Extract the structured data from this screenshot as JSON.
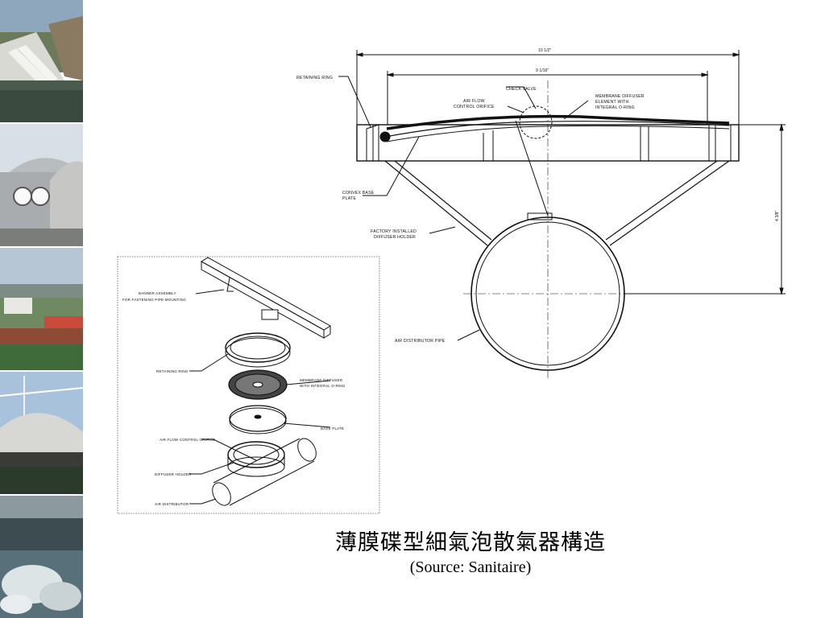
{
  "sidebar_photos": [
    {
      "name": "photo-dam-spillway"
    },
    {
      "name": "photo-domed-building"
    },
    {
      "name": "photo-sports-field"
    },
    {
      "name": "photo-construction-crane"
    },
    {
      "name": "photo-aeration-water"
    }
  ],
  "main_diagram": {
    "labels": {
      "retaining_ring": "RETAINING RING",
      "check_valve": "CHECK VALVE",
      "air_flow_1": "AIR FLOW",
      "air_flow_2": "CONTROL ORIFICE",
      "membrane_1": "MEMBRANE DIFFUSER",
      "membrane_2": "ELEMENT WITH",
      "membrane_3": "INTEGRAL O-RING",
      "convex_1": "CONVEX BASE",
      "convex_2": "PLATE",
      "factory_1": "FACTORY INSTALLED",
      "factory_2": "DIFFUSER HOLDER",
      "air_pipe": "AIR DISTRIBUTOR PIPE"
    },
    "dimensions": {
      "overall_width": "10 1/2\"",
      "inner_width": "9 1/16\"",
      "height": "4 3/8\""
    }
  },
  "exploded_diagram": {
    "labels": {
      "banner": "BANNER ASSEMBLY",
      "banner_sub": "FOR FASTENING PIPE MOUNTING",
      "retaining_ring": "RETAINING RING",
      "membrane_1": "MEMBRANE DIFFUSER",
      "membrane_2": "WITH INTEGRAL O-RING",
      "base_plate": "BASE PLATE",
      "air_flow": "AIR FLOW CONTROL ORIFICE",
      "diffuser_holder": "DIFFUSER HOLDER",
      "air_distributor": "AIR DISTRIBUTOR"
    }
  },
  "caption": {
    "title": "薄膜碟型細氣泡散氣器構造",
    "source": "(Source: Sanitaire)"
  }
}
